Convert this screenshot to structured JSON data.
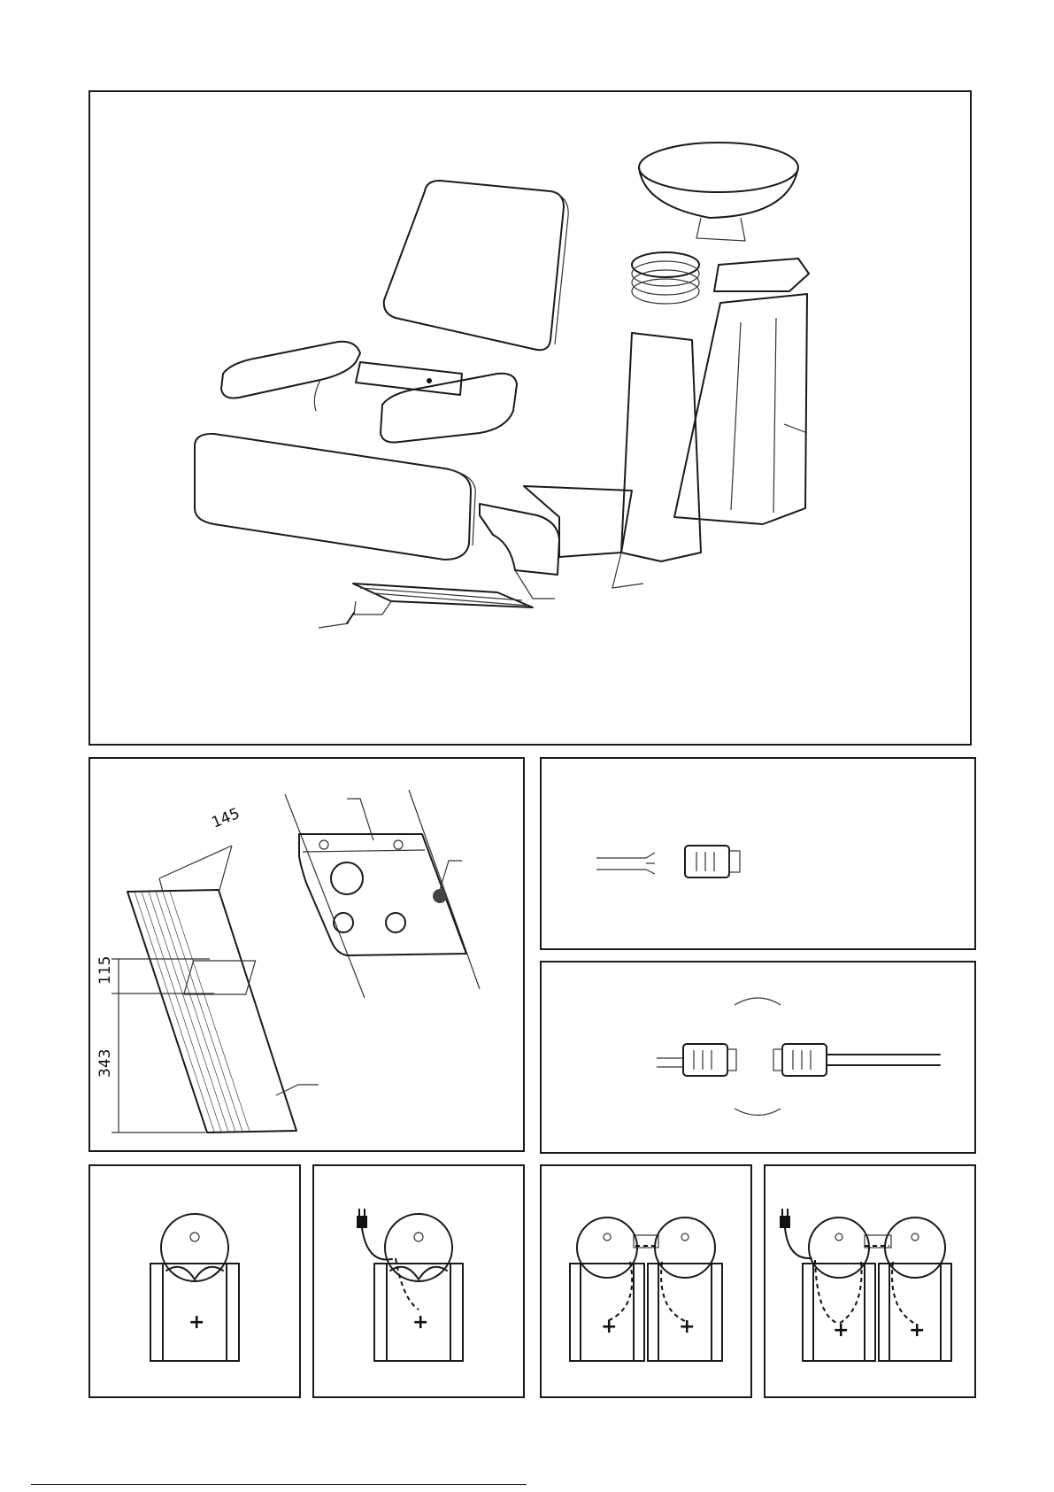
{
  "dimensions": {
    "width_label": "145",
    "upper_label": "115",
    "lower_label": "343"
  },
  "wiring": {
    "plus_symbol": "+"
  },
  "colors": {
    "line": "#1a1a1a",
    "background": "#ffffff",
    "dark_dot": "#444444"
  },
  "icons": {
    "plug": "plug-icon",
    "connector": "connector-icon"
  }
}
